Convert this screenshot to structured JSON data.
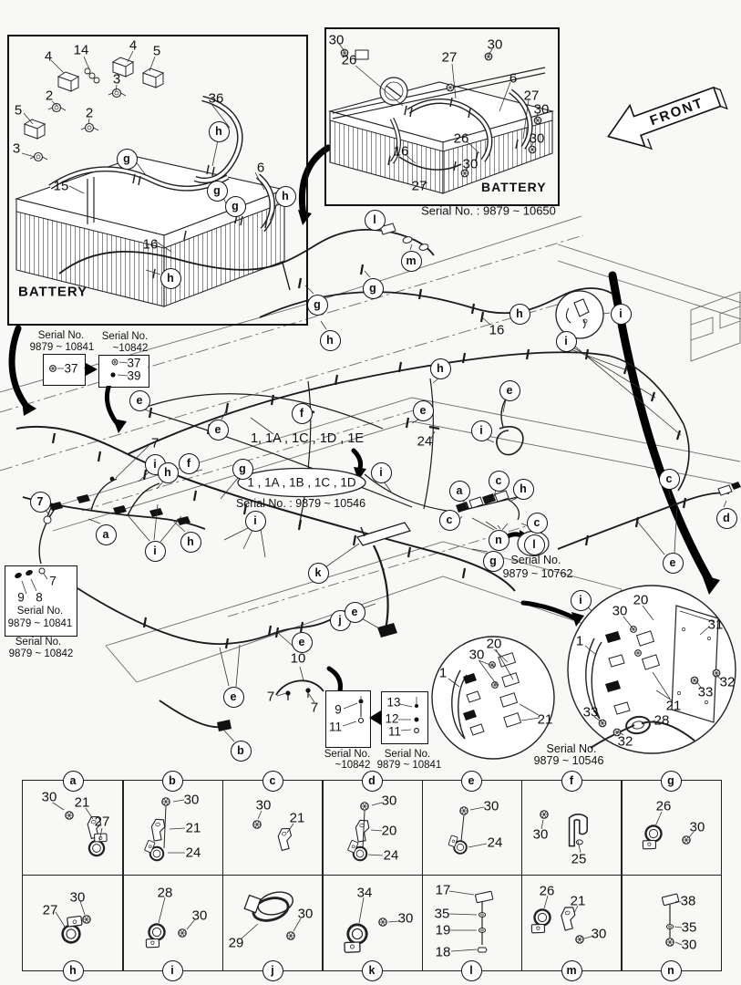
{
  "front_arrow": {
    "label": "FRONT"
  },
  "inset_battery_left": {
    "title": "BATTERY",
    "labels": [
      "4",
      "14",
      "4",
      "5",
      "2",
      "3",
      "2",
      "5",
      "3",
      "36",
      "15",
      "16",
      "6"
    ],
    "callouts": [
      "h",
      "g",
      "g",
      "g",
      "h",
      "h"
    ]
  },
  "inset_battery_right": {
    "title": "BATTERY",
    "serial": "Serial No. : 9879 ~ 10650",
    "labels": [
      "30",
      "26",
      "27",
      "30",
      "6",
      "27",
      "30",
      "26",
      "30",
      "16",
      "30",
      "27"
    ]
  },
  "main": {
    "callouts": [
      "l",
      "m",
      "g",
      "g",
      "h",
      "h",
      "h",
      "e",
      "e",
      "e",
      "e",
      "f",
      "i",
      "h",
      "f",
      "g",
      "a",
      "i",
      "h",
      "i",
      "i",
      "i",
      "i",
      "i",
      "a",
      "c",
      "h",
      "c",
      "c",
      "n",
      "g",
      "l",
      "k",
      "j",
      "e",
      "e",
      "e",
      "b",
      "c",
      "d",
      "e",
      "i",
      "7"
    ],
    "numbers": [
      "16",
      "24",
      "10",
      "7",
      "7",
      "7"
    ],
    "note_upper": "1, 1A , 1C , 1D , 1E",
    "note_oval": "1 , 1A , 1B , 1C , 1D",
    "note_oval_serial": "Serial No. : 9879 ~ 10546",
    "serial_10762": [
      "Serial No.",
      "9879 ~ 10762"
    ],
    "circle_caption": [
      "Serial No.",
      "9879 ~ 10546"
    ]
  },
  "callout_boxes": {
    "upper_left": {
      "left_title": [
        "Serial No.",
        "9879 ~ 10841"
      ],
      "left_items": [
        "37"
      ],
      "right_title": [
        "Serial No.",
        "~10842"
      ],
      "right_items": [
        "37",
        "39"
      ]
    },
    "lower_left": {
      "item_7": "7",
      "item_9": "9",
      "item_8": "8",
      "title": [
        "Serial No.",
        "9879 ~ 10841"
      ],
      "below": [
        "Serial No.",
        "9879 ~ 10842"
      ]
    },
    "bottom_left": {
      "items": [
        "9",
        "11"
      ],
      "title": [
        "Serial No.",
        "~10842"
      ]
    },
    "bottom_right": {
      "items": [
        "13",
        "12",
        "11"
      ],
      "title": [
        "Serial No.",
        "9879 ~ 10841"
      ]
    }
  },
  "inset_circle_mid": {
    "labels": [
      "20",
      "30",
      "1",
      "21"
    ]
  },
  "inset_circle_right": {
    "labels": [
      "20",
      "30",
      "31",
      "1",
      "32",
      "33",
      "21",
      "33",
      "28",
      "32"
    ]
  },
  "table": {
    "rows": [
      {
        "cells": [
          {
            "letter": "a",
            "parts": [
              "30",
              "21",
              "27"
            ]
          },
          {
            "letter": "b",
            "parts": [
              "30",
              "21",
              "24"
            ]
          },
          {
            "letter": "c",
            "parts": [
              "30",
              "21"
            ]
          },
          {
            "letter": "d",
            "parts": [
              "30",
              "20",
              "24"
            ]
          },
          {
            "letter": "e",
            "parts": [
              "30",
              "24"
            ]
          },
          {
            "letter": "f",
            "parts": [
              "30",
              "25"
            ]
          },
          {
            "letter": "g",
            "parts": [
              "26",
              "30"
            ]
          }
        ]
      },
      {
        "cells": [
          {
            "letter": "h",
            "parts": [
              "27",
              "30"
            ]
          },
          {
            "letter": "i",
            "parts": [
              "28",
              "30"
            ]
          },
          {
            "letter": "j",
            "parts": [
              "29",
              "30"
            ]
          },
          {
            "letter": "k",
            "parts": [
              "34",
              "30"
            ]
          },
          {
            "letter": "l",
            "parts": [
              "17",
              "35",
              "19",
              "18"
            ]
          },
          {
            "letter": "m",
            "parts": [
              "26",
              "21",
              "30"
            ]
          },
          {
            "letter": "n",
            "parts": [
              "38",
              "35",
              "30"
            ]
          }
        ]
      }
    ]
  }
}
